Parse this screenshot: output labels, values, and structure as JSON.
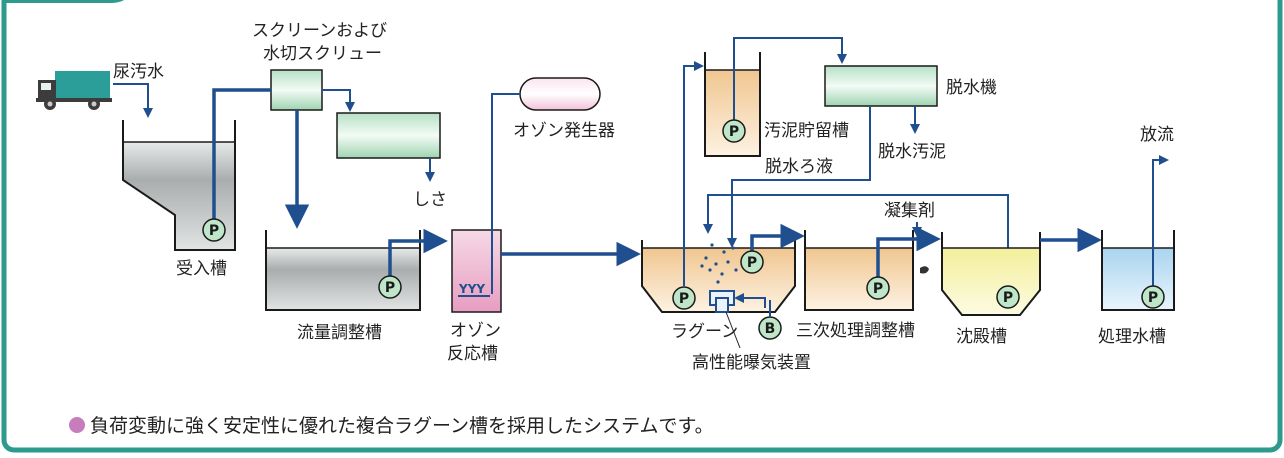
{
  "labels": {
    "raw_sewage": "尿汚水",
    "screen_line1": "スクリーンおよび",
    "screen_line2": "水切スクリュー",
    "screenings": "しさ",
    "receiving_tank": "受入槽",
    "flow_adjust_tank": "流量調整槽",
    "ozone_generator": "オゾン発生器",
    "ozone_reactor_line1": "オゾン",
    "ozone_reactor_line2": "反応槽",
    "sludge_storage": "汚泥貯留槽",
    "dehydrator": "脱水機",
    "dewatered_sludge": "脱水汚泥",
    "filtrate": "脱水ろ液",
    "coagulant": "凝集剤",
    "discharge": "放流",
    "lagoon": "ラグーン",
    "aeration_device": "高性能曝気装置",
    "tertiary_tank": "三次処理調整槽",
    "settling_tank": "沈殿槽",
    "treated_water_tank": "処理水槽"
  },
  "pump_label": "P",
  "blower_label": "B",
  "footnote": "負荷変動に強く安定性に優れた複合ラグーン槽を採用したシステムです。",
  "colors": {
    "border": "#2e9a8e",
    "pipe": "#1f4f8f",
    "bullet": "#c77dbb"
  }
}
